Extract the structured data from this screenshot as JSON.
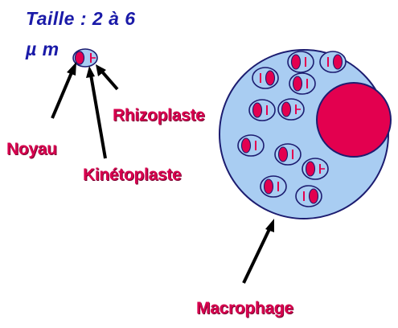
{
  "labels": {
    "size_line1": "Taille : 2 à 6",
    "size_line2": "µ m",
    "rhizoplaste": "Rhizoplaste",
    "noyau": "Noyau",
    "kinetoplaste": "Kinétoplaste",
    "macrophage": "Macrophage"
  },
  "colors": {
    "cell_fill": "#a9cdf2",
    "cell_stroke": "#1c1c70",
    "nucleus": "#e3004f",
    "label_red": "#d8004e",
    "label_blue": "#1a1aa8"
  }
}
